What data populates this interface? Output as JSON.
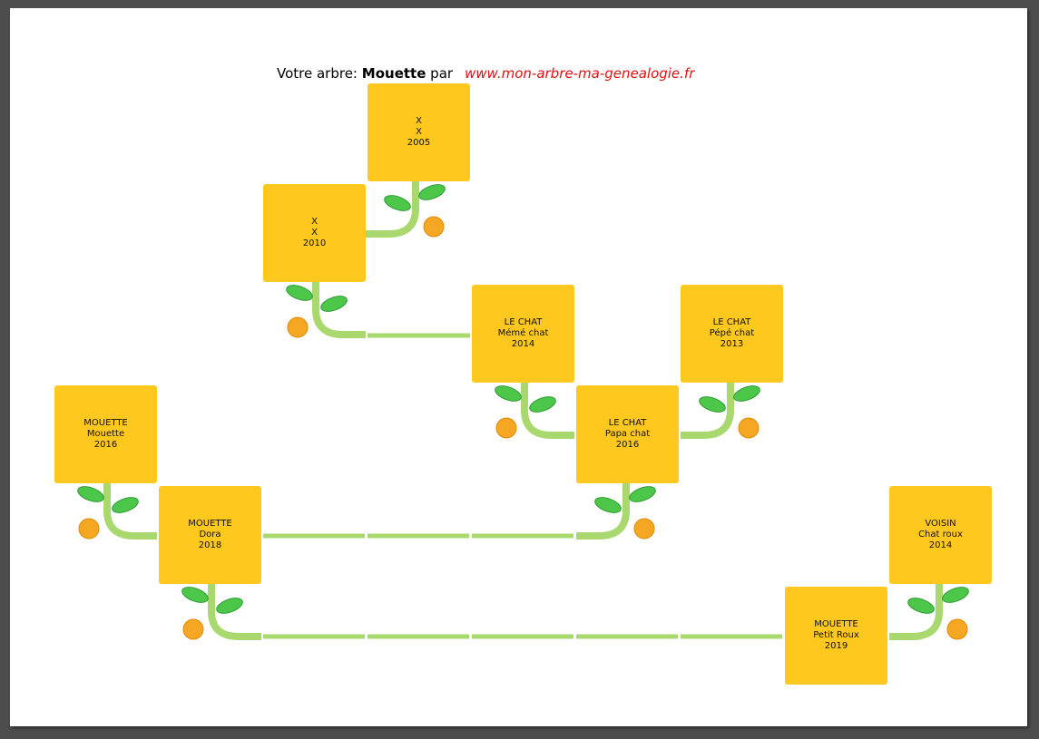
{
  "header": {
    "prefix": "Votre arbre:",
    "tree_name": "Mouette",
    "by": "par",
    "website": "www.mon-arbre-ma-genealogie.fr"
  },
  "colors": {
    "box": "#ffc81e",
    "stem": "#a8d86e",
    "leaf": "#4cc74a",
    "fruit": "#f5a623",
    "site_link": "#e01010"
  },
  "people": [
    {
      "id": "p1",
      "surname": "X",
      "first_name": "X",
      "year": "2005"
    },
    {
      "id": "p2",
      "surname": "X",
      "first_name": "X",
      "year": "2010"
    },
    {
      "id": "p3",
      "surname": "LE CHAT",
      "first_name": "Mémé chat",
      "year": "2014"
    },
    {
      "id": "p4",
      "surname": "LE CHAT",
      "first_name": "Pépé chat",
      "year": "2013"
    },
    {
      "id": "p5",
      "surname": "MOUETTE",
      "first_name": "Mouette",
      "year": "2016"
    },
    {
      "id": "p6",
      "surname": "LE CHAT",
      "first_name": "Papa chat",
      "year": "2016"
    },
    {
      "id": "p7",
      "surname": "MOUETTE",
      "first_name": "Dora",
      "year": "2018"
    },
    {
      "id": "p8",
      "surname": "VOISIN",
      "first_name": "Chat roux",
      "year": "2014"
    },
    {
      "id": "p9",
      "surname": "MOUETTE",
      "first_name": "Petit Roux",
      "year": "2019"
    }
  ]
}
